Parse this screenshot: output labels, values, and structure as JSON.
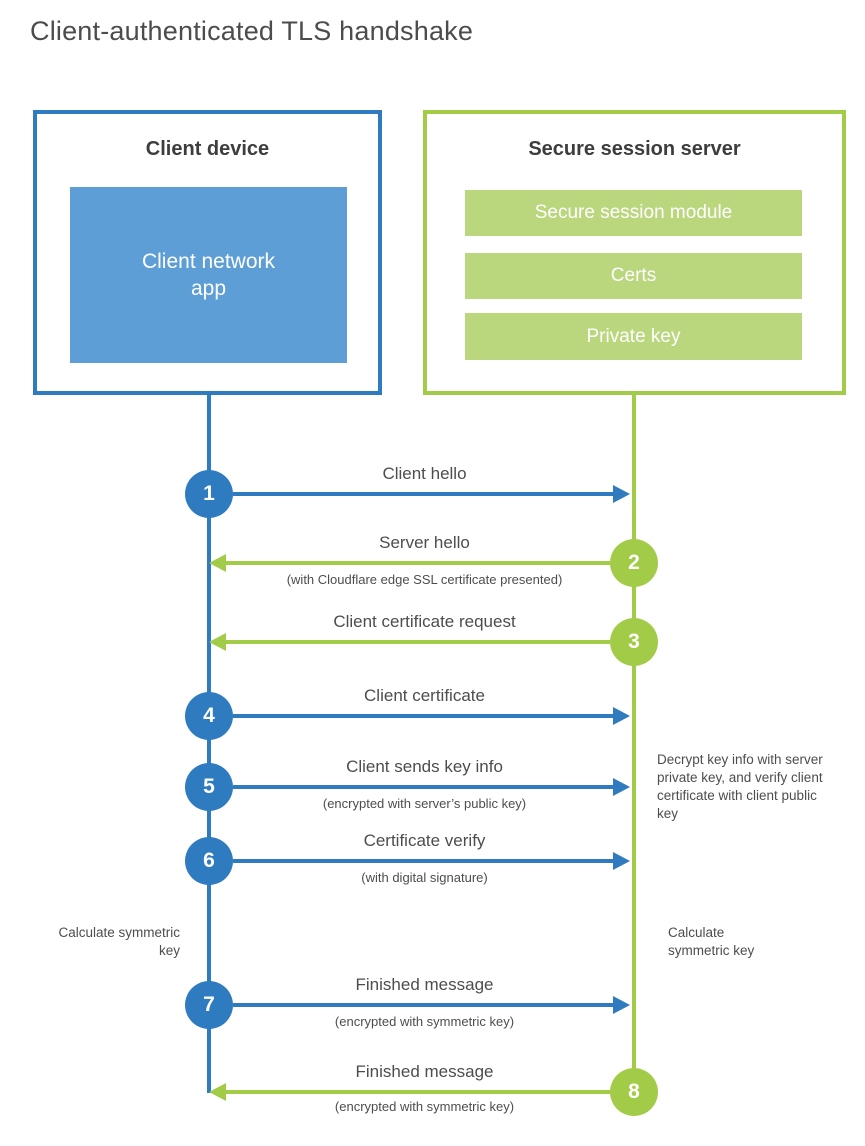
{
  "title": "Client-authenticated TLS handshake",
  "client": {
    "title": "Client device",
    "app_label": "Client network app"
  },
  "server": {
    "title": "Secure session server",
    "modules": [
      "Secure session module",
      "Certs",
      "Private key"
    ]
  },
  "colors": {
    "blue": "#2e7cbf",
    "blue_fill": "#5d9ed6",
    "green": "#a2cc47",
    "green_fill": "#bad77e"
  },
  "steps": [
    {
      "num": "1",
      "from": "client",
      "direction": "right",
      "label": "Client hello",
      "sublabel": ""
    },
    {
      "num": "2",
      "from": "server",
      "direction": "left",
      "label": "Server hello",
      "sublabel": "(with Cloudflare edge SSL certificate presented)"
    },
    {
      "num": "3",
      "from": "server",
      "direction": "left",
      "label": "Client certificate request",
      "sublabel": ""
    },
    {
      "num": "4",
      "from": "client",
      "direction": "right",
      "label": "Client certificate",
      "sublabel": ""
    },
    {
      "num": "5",
      "from": "client",
      "direction": "right",
      "label": "Client sends key info",
      "sublabel": "(encrypted with server’s public key)"
    },
    {
      "num": "6",
      "from": "client",
      "direction": "right",
      "label": "Certificate verify",
      "sublabel": "(with digital signature)"
    },
    {
      "num": "7",
      "from": "client",
      "direction": "right",
      "label": "Finished message",
      "sublabel": "(encrypted with symmetric key)"
    },
    {
      "num": "8",
      "from": "server",
      "direction": "left",
      "label": "Finished message",
      "sublabel": "(encrypted with symmetric key)"
    }
  ],
  "notes": {
    "decrypt": "Decrypt key info with server private key, and verify client certificate with client public key",
    "calc_left": "Calculate symmetric key",
    "calc_right": "Calculate symmetric key"
  }
}
